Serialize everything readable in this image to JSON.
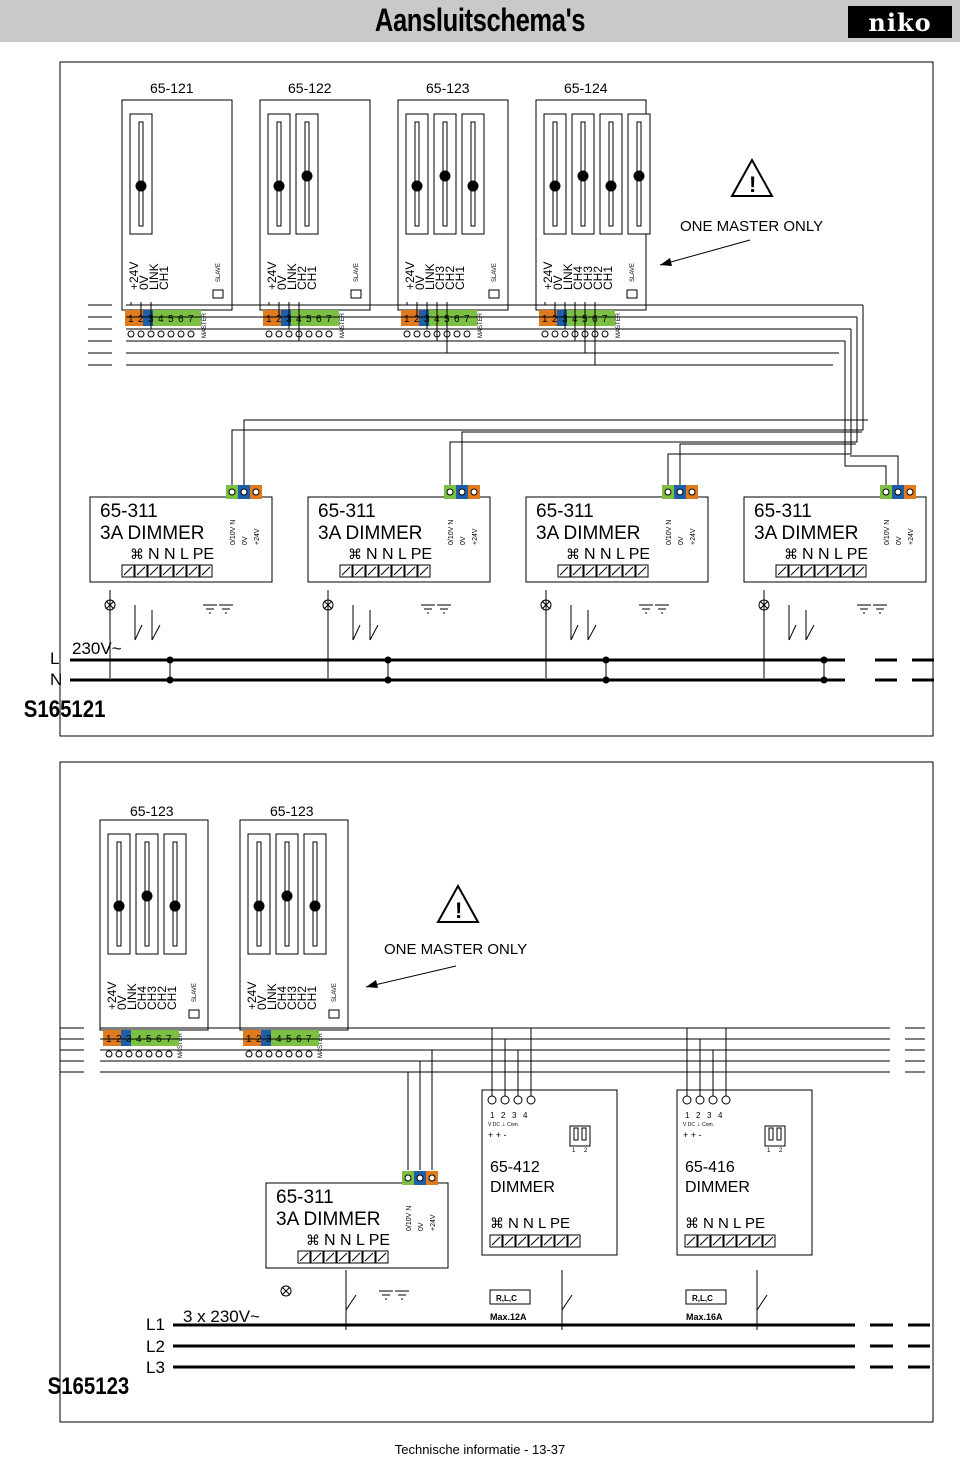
{
  "page": {
    "title": "Aansluitschema's",
    "logo": "niko",
    "footer": "Technische informatie - 13-37"
  },
  "labels": {
    "one_master_only": "ONE MASTER ONLY",
    "warning_mark": "!",
    "master": "MASTER",
    "slave": "SLAVE",
    "terminals": [
      "1",
      "2",
      "3",
      "4",
      "5",
      "6",
      "7"
    ],
    "dimmer_name": "3A  DIMMER",
    "dimmer_code": "65-311",
    "dimmer_terminals": [
      "0/10V N",
      "0V",
      "+24V"
    ],
    "dimmer_bottom": "N N L  PE",
    "dimmer412": "65-412",
    "dimmer416": "65-416",
    "dimmer_word": "DIMMER",
    "nnlpe": "N N L  PE",
    "small_terms": [
      "1",
      "2",
      "3",
      "4"
    ],
    "small_sub": "V DC  ⊥ Com.",
    "small_pm": "+  +  -",
    "rlc": "R,L,C",
    "max12": "Max.12A",
    "max16": "Max.16A",
    "switch_labels": [
      "1",
      "2"
    ]
  },
  "top": {
    "modules": [
      {
        "code": "65-121",
        "lines": [
          "+24V",
          "0V",
          "LINK",
          "CH1"
        ]
      },
      {
        "code": "65-122",
        "lines": [
          "+24V",
          "0V",
          "LINK",
          "CH2",
          "CH1"
        ]
      },
      {
        "code": "65-123",
        "lines": [
          "+24V",
          "0V",
          "LINK",
          "CH3",
          "CH2",
          "CH1"
        ]
      },
      {
        "code": "65-124",
        "lines": [
          "+24V",
          "0V",
          "LINK",
          "CH4",
          "CH3",
          "CH2",
          "CH1"
        ]
      }
    ],
    "supply": {
      "L": "L",
      "N": "N",
      "voltage": "230V~"
    },
    "schema": "S165121"
  },
  "bottom": {
    "modules": [
      {
        "code": "65-123",
        "lines": [
          "+24V",
          "0V",
          "LINK",
          "CH4",
          "CH3",
          "CH2",
          "CH1"
        ]
      },
      {
        "code": "65-123",
        "lines": [
          "+24V",
          "0V",
          "LINK",
          "CH4",
          "CH3",
          "CH2",
          "CH1"
        ]
      }
    ],
    "supply": {
      "L1": "L1",
      "L2": "L2",
      "L3": "L3",
      "voltage": "3 x 230V~"
    },
    "schema": "S165123"
  },
  "colors": {
    "orange": "#e07a1f",
    "blue": "#1f5fa8",
    "green": "#7bc043",
    "grey": "#c9c9c9"
  }
}
